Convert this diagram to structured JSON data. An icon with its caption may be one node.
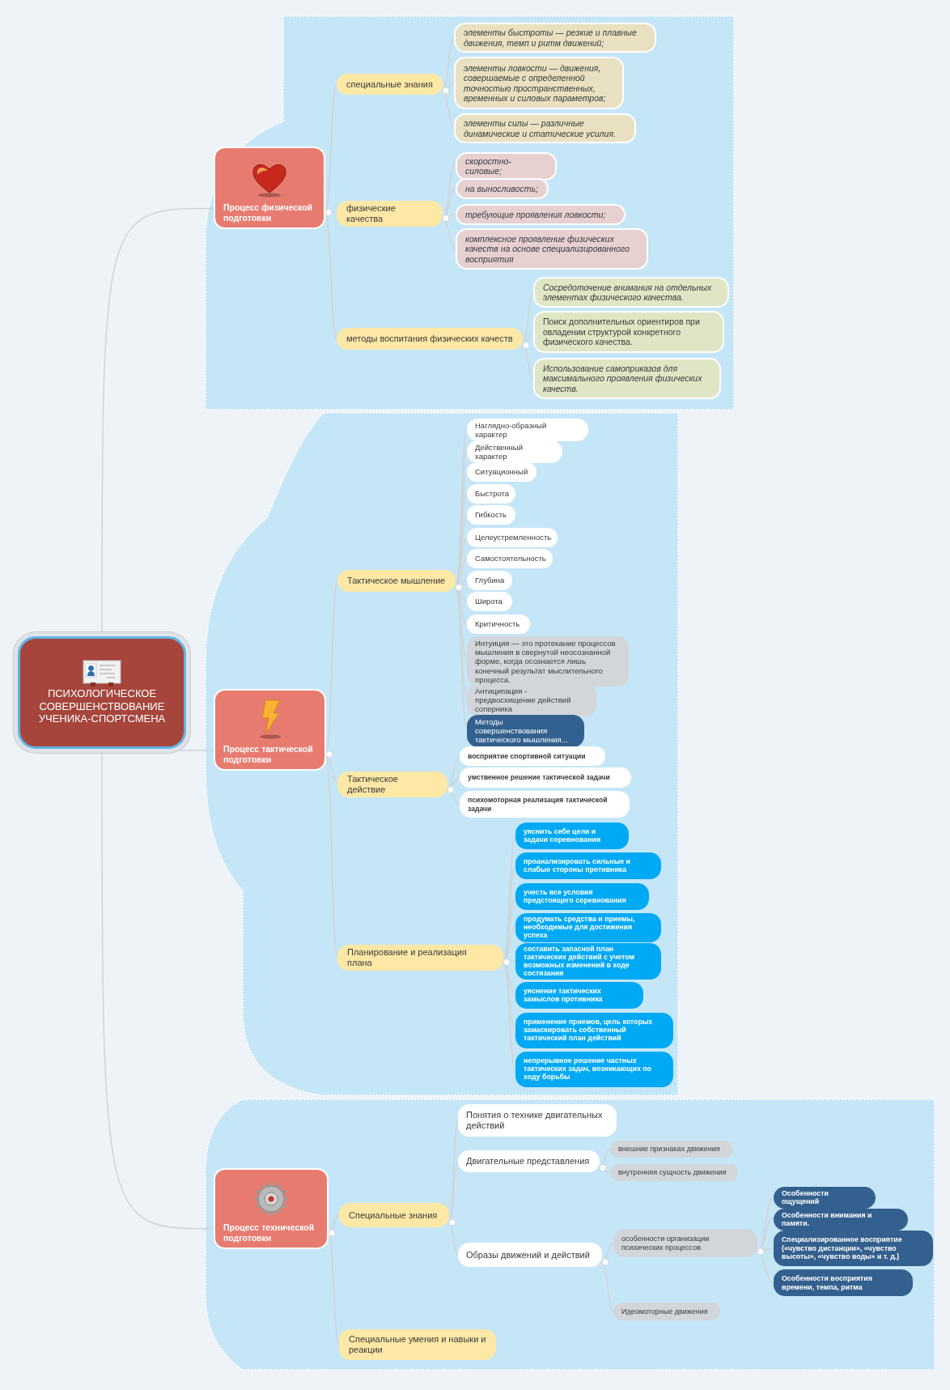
{
  "diagram": {
    "nodes": [
      {
        "text": [
          "ПСИХОЛОГИЧЕСКОЕ СОВЕРШЕНСТВОВАНИЕ УЧЕНИКА-СПОРТСМЕНА"
        ]
      },
      {
        "text": [
          "Процесс физической подготовки"
        ]
      },
      {
        "text": [
          "специальные знания"
        ]
      },
      {
        "text": [
          "элементы быстроты — резкие и плавные движения, темп и ритм движений;"
        ]
      },
      {
        "text": [
          "элементы ловкости — движения, совершаемые с определенной точностью пространственных, временных и силовых параметров;"
        ]
      },
      {
        "text": [
          "элементы силы — различные динамические и статические усилия."
        ]
      },
      {
        "text": [
          "физические качества"
        ]
      },
      {
        "text": [
          "скоростно-силовые;"
        ]
      },
      {
        "text": [
          "на выносливость;"
        ]
      },
      {
        "text": [
          "требующие проявления ловкости;"
        ]
      },
      {
        "text": [
          "комплексное проявление физических качеств на основе специализированного восприятия"
        ]
      },
      {
        "text": [
          "методы воспитания физических качеств"
        ]
      },
      {
        "text": [
          "Сосредоточение внимания на отдельных элементах физического качества."
        ]
      },
      {
        "text": [
          "Поиск дополнительных ориентиров при овладении структурой конкретного физического качества."
        ]
      },
      {
        "text": [
          "Использование самоприказов для максимального проявления физических качеств."
        ]
      },
      {
        "text": [
          "Процесс тактической подготовки"
        ]
      },
      {
        "text": [
          "Тактическое мышление"
        ]
      },
      {
        "text": [
          "Наглядно-образный характер"
        ]
      },
      {
        "text": [
          "Действенный характер"
        ]
      },
      {
        "text": [
          "Ситуационный"
        ]
      },
      {
        "text": [
          "Быстрота"
        ]
      },
      {
        "text": [
          "Гибкость"
        ]
      },
      {
        "text": [
          "Целеустремленность"
        ]
      },
      {
        "text": [
          "Самостоятельность"
        ]
      },
      {
        "text": [
          "Глубина"
        ]
      },
      {
        "text": [
          "Широта"
        ]
      },
      {
        "text": [
          "Критичность"
        ]
      },
      {
        "text": [
          "Интуиция — это протекание процессов мышления в свернутой неосознанной форме, когда осознается лишь конечный результат мыслительного процесса."
        ]
      },
      {
        "text": [
          "Антиципация - предвосхищение действий соперника"
        ]
      },
      {
        "text": [
          "Методы совершенствования тактического мышления..."
        ]
      },
      {
        "text": [
          "Тактическое действие"
        ]
      },
      {
        "text": [
          "восприятие спортивной ситуации"
        ]
      },
      {
        "text": [
          "умственное решение тактической задачи"
        ]
      },
      {
        "text": [
          "психомоторная реализация тактической задачи"
        ]
      },
      {
        "text": [
          "Планирование и реализация плана"
        ]
      },
      {
        "text": [
          "уяснить себе цели и задачи соревнования"
        ]
      },
      {
        "text": [
          "проанализировать сильные и слабые стороны противника"
        ]
      },
      {
        "text": [
          "учесть все условия предстоящего соревнования"
        ]
      },
      {
        "text": [
          "продумать средства и приемы, необходимые для достижения успеха"
        ]
      },
      {
        "text": [
          "составить запасной план тактических действий с учетом возможных изменений в ходе состязания"
        ]
      },
      {
        "text": [
          "уяснение тактических замыслов противника"
        ]
      },
      {
        "text": [
          "применение приемов, цель которых замаскировать собственный тактический план действий"
        ]
      },
      {
        "text": [
          "непрерывное решение частных тактических задач, возникающих по ходу борьбы"
        ]
      },
      {
        "text": [
          "Процесс технической подготовки"
        ]
      },
      {
        "text": [
          "Специальные знания"
        ]
      },
      {
        "text": [
          "Понятия о технике двигательных действий"
        ]
      },
      {
        "text": [
          "Двигательные представления"
        ]
      },
      {
        "text": [
          "внешние признаках движения"
        ]
      },
      {
        "text": [
          "внутренняя сущность движения"
        ]
      },
      {
        "text": [
          "Образы движений и действий"
        ]
      },
      {
        "text": [
          "особенности организации психических процессов"
        ]
      },
      {
        "text": [
          "Особенности ощущений"
        ]
      },
      {
        "text": [
          "Особенности внимания и памяти."
        ]
      },
      {
        "text": [
          "Специализированное восприятие («чувство дистанции», «чувство высоты», «чувство воды» и т. д.)"
        ]
      },
      {
        "text": [
          "Особенности восприятия времени, темпа, ритма"
        ]
      },
      {
        "text": [
          "Идеомоторные движения"
        ]
      },
      {
        "text": [
          "Специальные умения и навыки и реакции"
        ]
      }
    ],
    "edges": [
      {
        "from": 0,
        "to": 1,
        "arrow": "none"
      },
      {
        "from": 0,
        "to": 15,
        "arrow": "none"
      },
      {
        "from": 0,
        "to": 43,
        "arrow": "none"
      },
      {
        "from": 1,
        "to": 2,
        "arrow": "none"
      },
      {
        "from": 1,
        "to": 6,
        "arrow": "none"
      },
      {
        "from": 1,
        "to": 11,
        "arrow": "none"
      },
      {
        "from": 2,
        "to": 3,
        "arrow": "none"
      },
      {
        "from": 2,
        "to": 4,
        "arrow": "none"
      },
      {
        "from": 2,
        "to": 5,
        "arrow": "none"
      },
      {
        "from": 6,
        "to": 7,
        "arrow": "none"
      },
      {
        "from": 6,
        "to": 8,
        "arrow": "none"
      },
      {
        "from": 6,
        "to": 9,
        "arrow": "none"
      },
      {
        "from": 6,
        "to": 10,
        "arrow": "none"
      },
      {
        "from": 11,
        "to": 12,
        "arrow": "none"
      },
      {
        "from": 11,
        "to": 13,
        "arrow": "none"
      },
      {
        "from": 11,
        "to": 14,
        "arrow": "none"
      },
      {
        "from": 15,
        "to": 16,
        "arrow": "none"
      },
      {
        "from": 15,
        "to": 30,
        "arrow": "none"
      },
      {
        "from": 15,
        "to": 34,
        "arrow": "none"
      },
      {
        "from": 16,
        "to": 17,
        "arrow": "none"
      },
      {
        "from": 16,
        "to": 18,
        "arrow": "none"
      },
      {
        "from": 16,
        "to": 19,
        "arrow": "none"
      },
      {
        "from": 16,
        "to": 20,
        "arrow": "none"
      },
      {
        "from": 16,
        "to": 21,
        "arrow": "none"
      },
      {
        "from": 16,
        "to": 22,
        "arrow": "none"
      },
      {
        "from": 16,
        "to": 23,
        "arrow": "none"
      },
      {
        "from": 16,
        "to": 24,
        "arrow": "none"
      },
      {
        "from": 16,
        "to": 25,
        "arrow": "none"
      },
      {
        "from": 16,
        "to": 26,
        "arrow": "none"
      },
      {
        "from": 16,
        "to": 27,
        "arrow": "none"
      },
      {
        "from": 16,
        "to": 28,
        "arrow": "none"
      },
      {
        "from": 16,
        "to": 29,
        "arrow": "none"
      },
      {
        "from": 30,
        "to": 31,
        "arrow": "none"
      },
      {
        "from": 30,
        "to": 32,
        "arrow": "none"
      },
      {
        "from": 30,
        "to": 33,
        "arrow": "none"
      },
      {
        "from": 34,
        "to": 35,
        "arrow": "none"
      },
      {
        "from": 34,
        "to": 36,
        "arrow": "none"
      },
      {
        "from": 34,
        "to": 37,
        "arrow": "none"
      },
      {
        "from": 34,
        "to": 38,
        "arrow": "none"
      },
      {
        "from": 34,
        "to": 39,
        "arrow": "none"
      },
      {
        "from": 34,
        "to": 40,
        "arrow": "none"
      },
      {
        "from": 34,
        "to": 41,
        "arrow": "none"
      },
      {
        "from": 34,
        "to": 42,
        "arrow": "none"
      },
      {
        "from": 43,
        "to": 44,
        "arrow": "none"
      },
      {
        "from": 43,
        "to": 56,
        "arrow": "none"
      },
      {
        "from": 44,
        "to": 45,
        "arrow": "none"
      },
      {
        "from": 44,
        "to": 46,
        "arrow": "none"
      },
      {
        "from": 44,
        "to": 49,
        "arrow": "none"
      },
      {
        "from": 46,
        "to": 47,
        "arrow": "none"
      },
      {
        "from": 46,
        "to": 48,
        "arrow": "none"
      },
      {
        "from": 49,
        "to": 50,
        "arrow": "none"
      },
      {
        "from": 49,
        "to": 55,
        "arrow": "none"
      },
      {
        "from": 50,
        "to": 51,
        "arrow": "none"
      },
      {
        "from": 50,
        "to": 52,
        "arrow": "none"
      },
      {
        "from": 50,
        "to": 53,
        "arrow": "none"
      },
      {
        "from": 50,
        "to": 54,
        "arrow": "none"
      }
    ]
  }
}
